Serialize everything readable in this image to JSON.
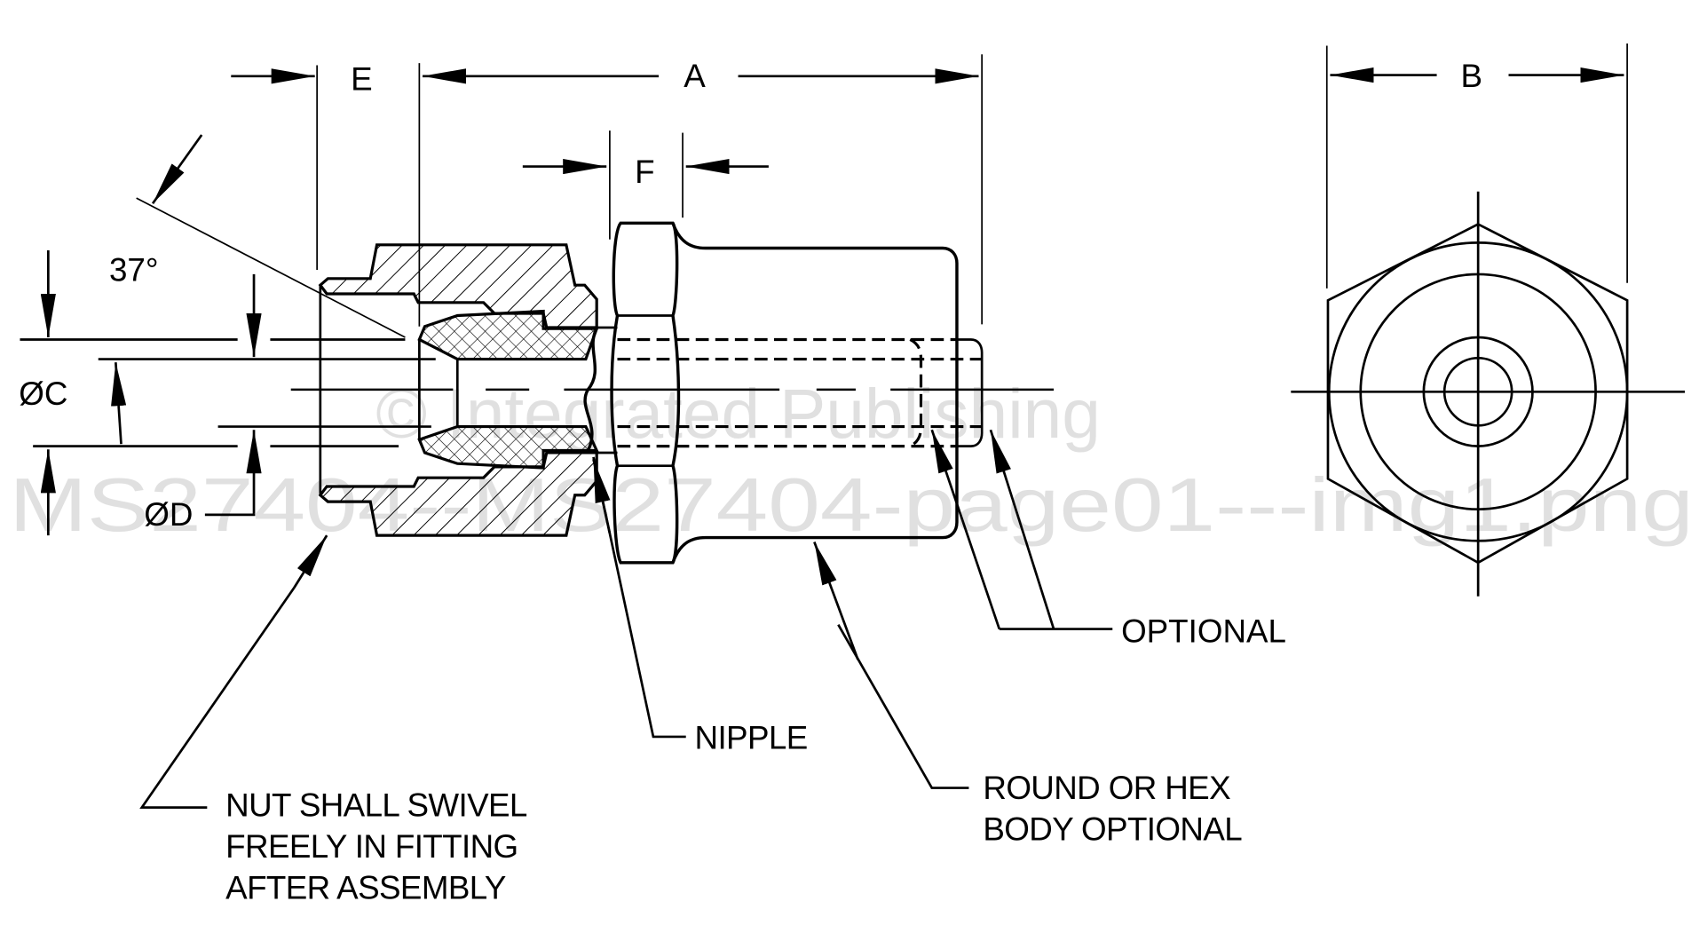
{
  "dimensions": {
    "a": "A",
    "b": "B",
    "c": "ØC",
    "d": "ØD",
    "e": "E",
    "f": "F",
    "angle": "37°"
  },
  "callouts": {
    "optional": "OPTIONAL",
    "nipple": "NIPPLE",
    "body_line1": "ROUND OR HEX",
    "body_line2": "BODY OPTIONAL",
    "nut_line1": "NUT SHALL SWIVEL",
    "nut_line2": "FREELY IN FITTING",
    "nut_line3": "AFTER ASSEMBLY"
  },
  "watermark": {
    "line1": "© Integrated Publishing",
    "line2": "MS27404--MS27404-page01---img1.png"
  }
}
